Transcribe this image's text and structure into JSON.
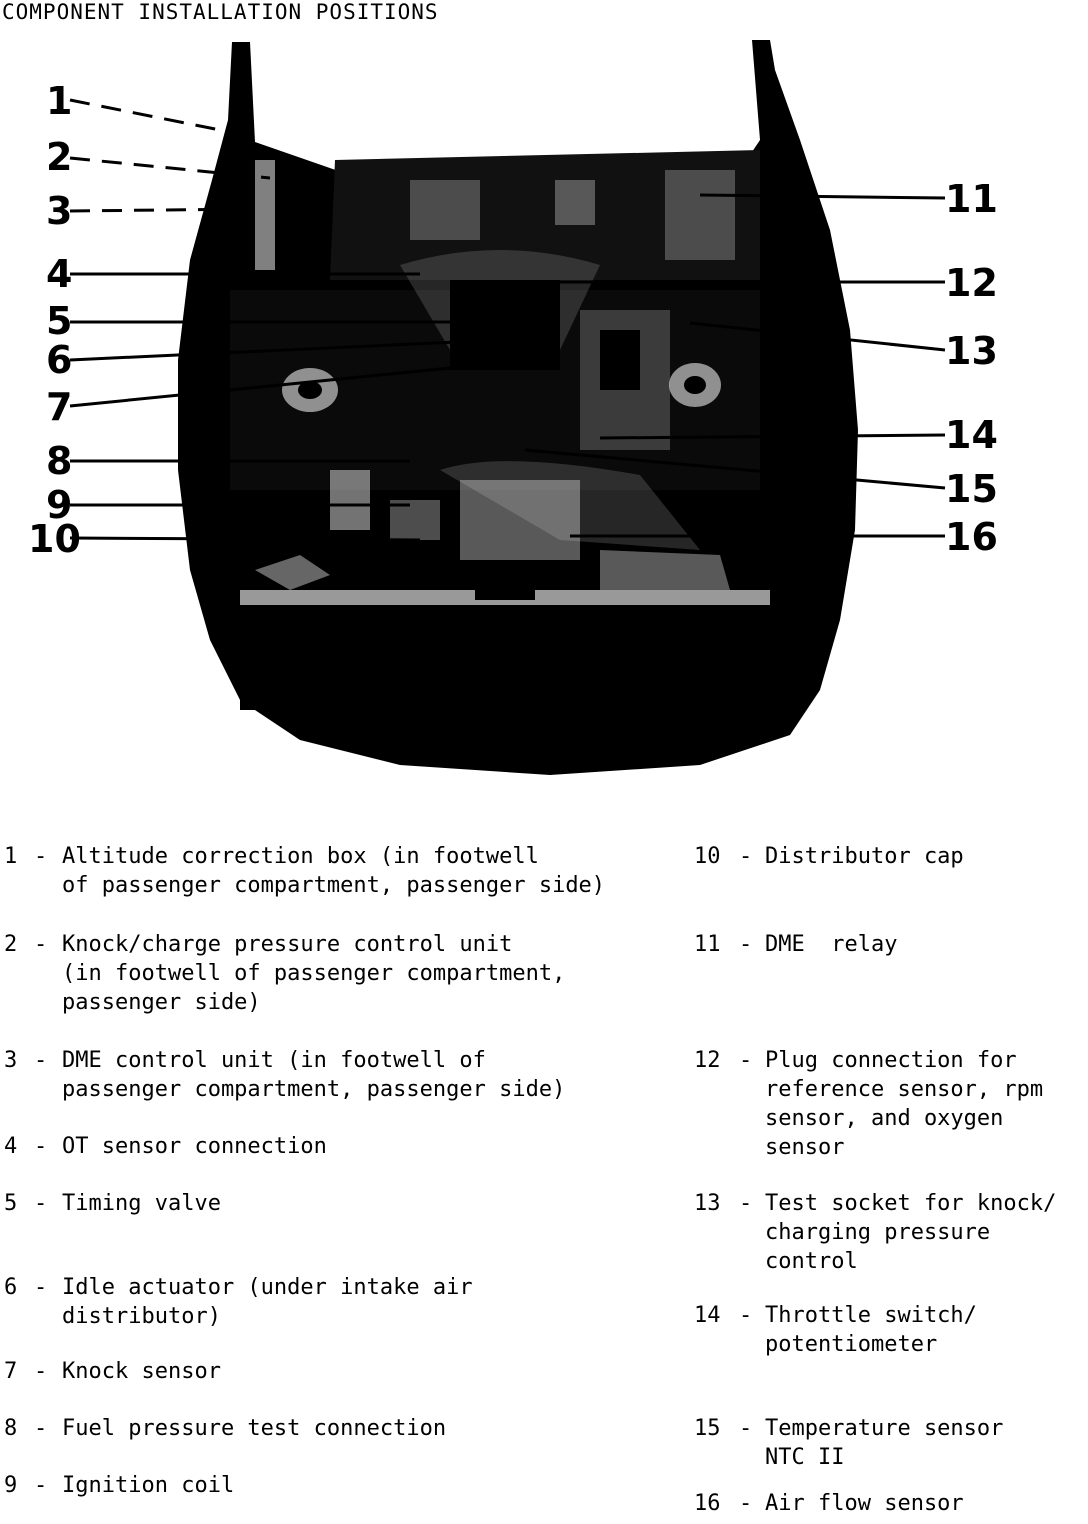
{
  "title": "COMPONENT INSTALLATION POSITIONS",
  "callouts": [
    "1",
    "2",
    "3",
    "4",
    "5",
    "6",
    "7",
    "8",
    "9",
    "10",
    "11",
    "12",
    "13",
    "14",
    "15",
    "16"
  ],
  "legend": [
    {
      "num": "1",
      "lines": [
        "Altitude correction box (in footwell",
        "of passenger compartment, passenger side)"
      ]
    },
    {
      "num": "2",
      "lines": [
        "Knock/charge pressure control unit",
        "(in footwell of passenger compartment,",
        "passenger side)"
      ]
    },
    {
      "num": "3",
      "lines": [
        "DME control unit (in footwell of",
        "passenger compartment, passenger side)"
      ]
    },
    {
      "num": "4",
      "lines": [
        "OT sensor connection"
      ]
    },
    {
      "num": "5",
      "lines": [
        "Timing valve"
      ]
    },
    {
      "num": "6",
      "lines": [
        "Idle actuator (under intake air",
        "distributor)"
      ]
    },
    {
      "num": "7",
      "lines": [
        "Knock sensor"
      ]
    },
    {
      "num": "8",
      "lines": [
        "Fuel pressure test connection"
      ]
    },
    {
      "num": "9",
      "lines": [
        "Ignition coil"
      ]
    },
    {
      "num": "10",
      "lines": [
        "Distributor cap"
      ]
    },
    {
      "num": "11",
      "lines": [
        "DME  relay"
      ]
    },
    {
      "num": "12",
      "lines": [
        "Plug connection for",
        "reference sensor, rpm",
        "sensor, and oxygen",
        "sensor"
      ]
    },
    {
      "num": "13",
      "lines": [
        "Test socket for knock/",
        "charging pressure",
        "control"
      ]
    },
    {
      "num": "14",
      "lines": [
        "Throttle switch/",
        "potentiometer"
      ]
    },
    {
      "num": "15",
      "lines": [
        "Temperature sensor",
        "NTC II"
      ]
    },
    {
      "num": "16",
      "lines": [
        "Air flow sensor"
      ]
    }
  ]
}
